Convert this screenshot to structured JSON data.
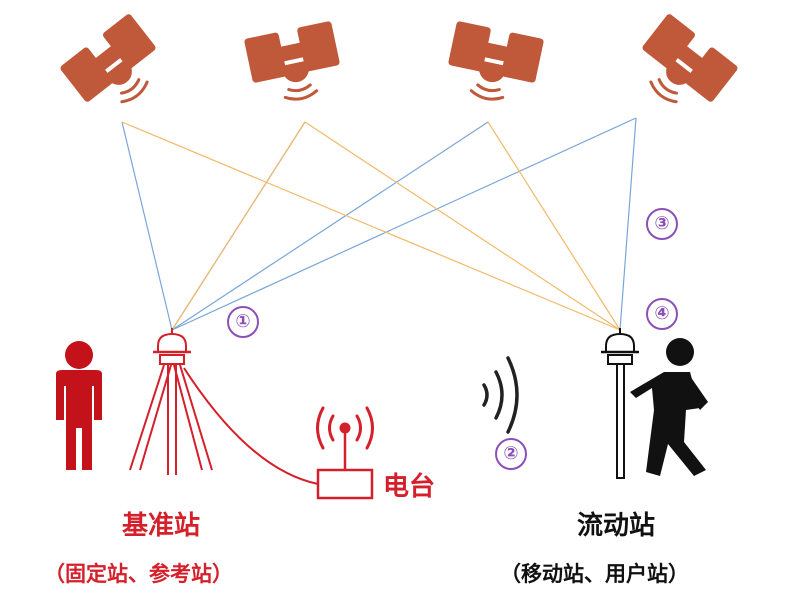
{
  "colors": {
    "satellite": "#c0583a",
    "base": "#d4202a",
    "rover": "#111111",
    "blue_line": "#7aa6d8",
    "orange_line": "#f2b96a",
    "marker": "#8c4fb8"
  },
  "icons": {
    "satellite": "satellite-icon",
    "person": "person-icon",
    "walking_person": "walking-person-icon",
    "antenna": "gnss-antenna-icon",
    "radio": "radio-transmitter-icon",
    "signal": "wireless-signal-icon"
  },
  "labels": {
    "base_station": "基准站",
    "base_station_alias": "（固定站、参考站）",
    "radio": "电台",
    "rover_station": "流动站",
    "rover_station_alias": "（移动站、用户站）"
  },
  "markers": {
    "m1": "①",
    "m2": "②",
    "m3": "③",
    "m4": "④"
  }
}
